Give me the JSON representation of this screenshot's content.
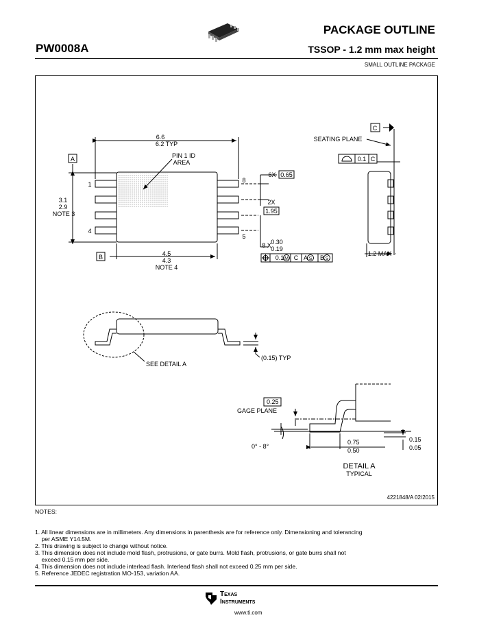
{
  "header": {
    "package_id": "PW0008A",
    "doc_type": "PACKAGE OUTLINE",
    "package_desc": "TSSOP - 1.2 mm max height",
    "package_family": "SMALL OUTLINE PACKAGE"
  },
  "drawing": {
    "width_max": "6.6",
    "width_min": "6.2 TYP",
    "datum_a": "A",
    "datum_b": "B",
    "datum_c": "C",
    "pin1_label": "PIN 1 ID",
    "pin1_label2": "AREA",
    "pin_1": "1",
    "pin_4": "4",
    "pin_5": "5",
    "pin_8": "8",
    "len_max": "3.1",
    "len_min": "2.9",
    "len_note": "NOTE 3",
    "pitch_count": "6X",
    "pitch": "0.65",
    "span_count": "2X",
    "span": "1.95",
    "lead_w_count": "8 X",
    "lead_w_max": "0.30",
    "lead_w_min": "0.19",
    "fcf_tol": "0.1",
    "fcf_m": "M",
    "fcf_c": "C",
    "fcf_a": "A",
    "fcf_s1": "S",
    "fcf_b": "B",
    "fcf_s2": "S",
    "body_w_max": "4.5",
    "body_w_min": "4.3",
    "body_w_note": "NOTE 4",
    "seating_plane": "SEATING PLANE",
    "flat_tol": "0.1",
    "flat_datum": "C",
    "height_max": "1.2 MAX",
    "see_detail": "SEE DETAIL A",
    "standoff_ref": "(0.15) TYP",
    "gage_val": "0.25",
    "gage_plane": "GAGE PLANE",
    "angle": "0° - 8°",
    "foot_max": "0.75",
    "foot_min": "0.50",
    "stand_max": "0.15",
    "stand_min": "0.05",
    "detail_title": "DETAIL A",
    "detail_sub": "TYPICAL",
    "doc_ref": "4221848/A  02/2015"
  },
  "notes": {
    "heading": "NOTES:",
    "items": [
      "1. All linear dimensions are in millimeters. Any dimensions in parenthesis are for reference only. Dimensioning and tolerancing",
      "    per ASME Y14.5M.",
      "2. This drawing is subject to change without notice.",
      "3. This dimension does not include mold flash, protrusions, or gate burrs. Mold flash, protrusions, or gate burrs shall not",
      "    exceed 0.15 mm per side.",
      "4. This dimension does not include interlead flash. Interlead flash shall not exceed 0.25 mm per side.",
      "5. Reference JEDEC registration MO-153, variation AA."
    ]
  },
  "footer": {
    "brand_line1": "Texas",
    "brand_line2": "Instruments",
    "url": "www.ti.com"
  }
}
